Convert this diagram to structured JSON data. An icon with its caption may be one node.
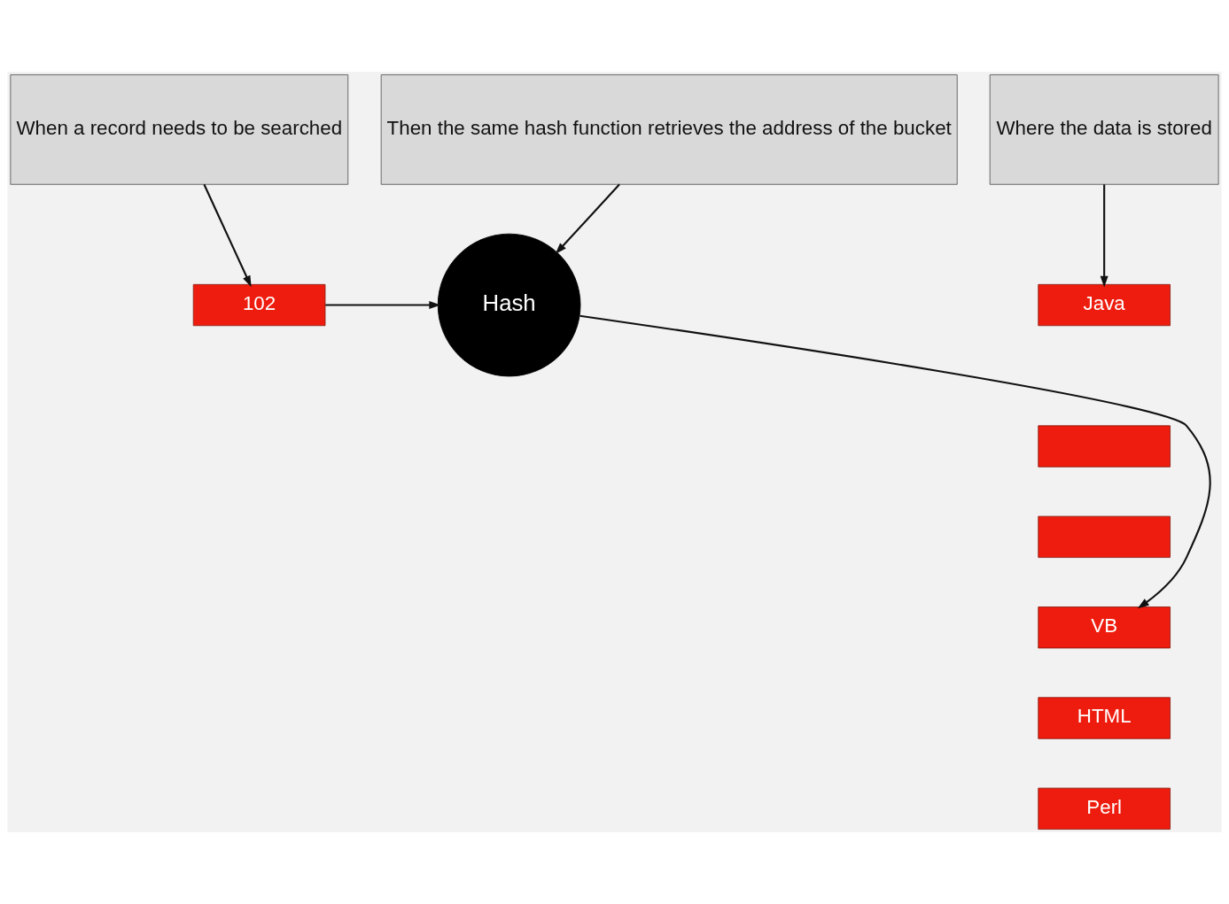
{
  "diagram": {
    "nodes": [
      {
        "text": [
          "When a record needs to be searched"
        ]
      },
      {
        "text": [
          "102"
        ]
      },
      {
        "text": [
          "Then the same hash function retrieves the address of the bucket"
        ]
      },
      {
        "text": [
          "Hash"
        ]
      },
      {
        "text": [
          "Where the data is stored"
        ]
      },
      {
        "text": [
          "Java"
        ]
      },
      {
        "text": [],
        "shape": "box"
      },
      {
        "text": [],
        "shape": "box"
      },
      {
        "text": [
          "VB"
        ]
      },
      {
        "text": [
          "HTML"
        ]
      },
      {
        "text": [
          "Perl"
        ]
      }
    ],
    "edges": [
      {
        "from": 0,
        "to": 1,
        "arrow": "to"
      },
      {
        "from": 1,
        "to": 3,
        "arrow": "to"
      },
      {
        "from": 2,
        "to": 3,
        "arrow": "to"
      },
      {
        "from": 3,
        "to": 8,
        "arrow": "to"
      },
      {
        "from": 4,
        "to": 5,
        "arrow": "to"
      }
    ]
  }
}
